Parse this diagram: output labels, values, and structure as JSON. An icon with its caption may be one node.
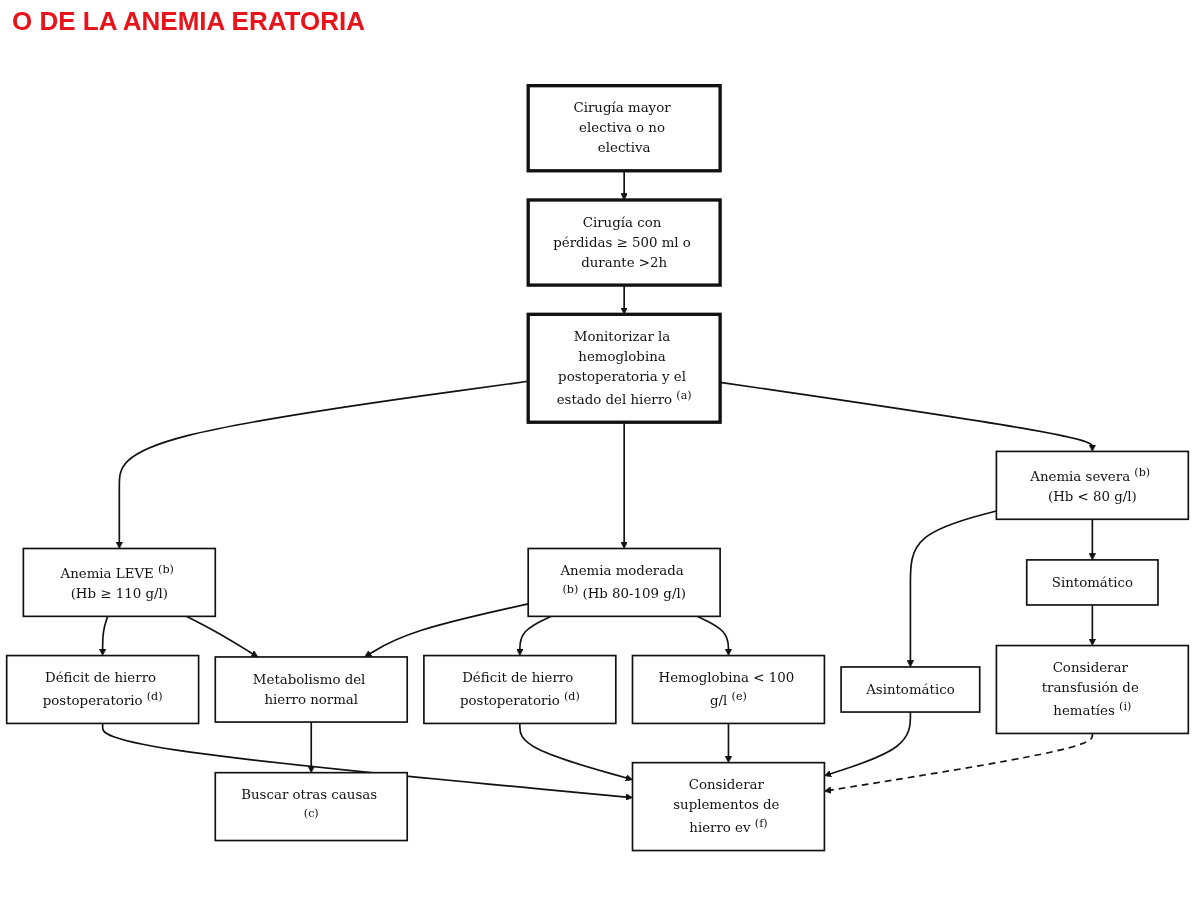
{
  "diagram": {
    "title": "O DE LA ANEMIA ERATORIA",
    "nodes": [
      {
        "text": [
          "Cirugía mayor electiva o no electiva"
        ]
      },
      {
        "text": [
          "Cirugía con pérdidas ≥ 500 ml o durante >2h"
        ]
      },
      {
        "text": [
          "Monitorizar la hemoglobina postoperatoria y el estado del hierro $^{(a)}$"
        ]
      },
      {
        "text": [
          "Anemia LEVE $^{(b)}$ (Hb ≥ 110 g/l)"
        ]
      },
      {
        "text": [
          "Anemia moderada $^{(b)}$ (Hb 80-109 g/l)"
        ]
      },
      {
        "text": [
          "Anemia severa $^{(b)}$ (Hb < 80 g/l)"
        ]
      },
      {
        "text": [
          "Déficit de hierro postoperatorio $^{(d)}$"
        ]
      },
      {
        "text": [
          "Metabolismo del hierro normal"
        ]
      },
      {
        "text": [
          "Buscar otras causas $^{(c)}$"
        ]
      },
      {
        "text": [
          "Déficit de hierro postoperatorio $^{(d)}$"
        ]
      },
      {
        "text": [
          "Hemoglobina < 100 g/l $^{(e)}$"
        ]
      },
      {
        "text": [
          "Asintomático"
        ]
      },
      {
        "text": [
          "Sintomático"
        ]
      },
      {
        "text": [
          "Considerar suplementos de hierro ev $^{(f)}$"
        ]
      },
      {
        "text": [
          "Considerar transfusión de hematíes $^{(i)}$"
        ]
      }
    ],
    "edges": [
      {
        "from": 0,
        "to": 1,
        "arrow": "to"
      },
      {
        "from": 1,
        "to": 2,
        "arrow": "to"
      },
      {
        "from": 2,
        "to": 3,
        "arrow": "to"
      },
      {
        "from": 2,
        "to": 4,
        "arrow": "to"
      },
      {
        "from": 2,
        "to": 5,
        "arrow": "to"
      },
      {
        "from": 3,
        "to": 6,
        "arrow": "to"
      },
      {
        "from": 3,
        "to": 7,
        "arrow": "to"
      },
      {
        "from": 4,
        "to": 7,
        "arrow": "to"
      },
      {
        "from": 4,
        "to": 9,
        "arrow": "to"
      },
      {
        "from": 4,
        "to": 10,
        "arrow": "to"
      },
      {
        "from": 7,
        "to": 8,
        "arrow": "to"
      },
      {
        "from": 6,
        "to": 13,
        "arrow": "to"
      },
      {
        "from": 9,
        "to": 13,
        "arrow": "to"
      },
      {
        "from": 10,
        "to": 13,
        "arrow": "to"
      },
      {
        "from": 5,
        "to": 11,
        "arrow": "to"
      },
      {
        "from": 5,
        "to": 12,
        "arrow": "to"
      },
      {
        "from": 11,
        "to": 13,
        "arrow": "to"
      },
      {
        "from": 12,
        "to": 14,
        "arrow": "to"
      },
      {
        "from": 14,
        "to": 13,
        "arrow": "to",
        "style": "dashed"
      }
    ]
  }
}
